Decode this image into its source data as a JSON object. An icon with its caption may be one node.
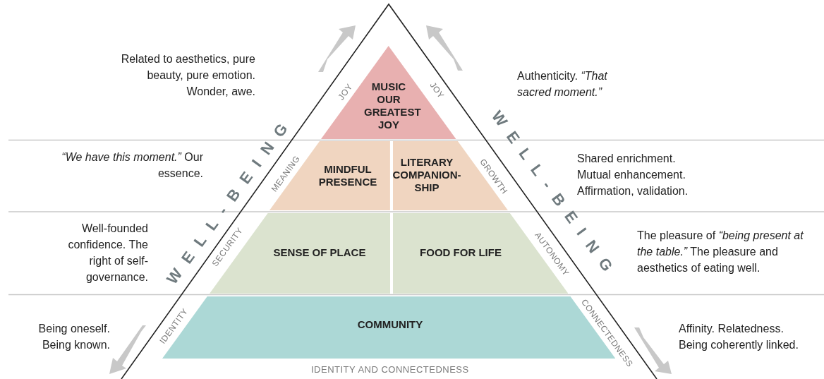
{
  "diagram": {
    "nodes": [
      {
        "text": [
          "MUSIC OUR GREATEST JOY"
        ]
      },
      {
        "text": [
          "MINDFUL PRESENCE"
        ]
      },
      {
        "text": [
          "LITERARY COMPANION-SHIP"
        ]
      },
      {
        "text": [
          "SENSE OF PLACE"
        ]
      },
      {
        "text": [
          "FOOD FOR LIFE"
        ]
      },
      {
        "text": [
          "COMMUNITY"
        ]
      }
    ],
    "labels": [
      "Related to aesthetics, pure beauty, pure emotion. Wonder, awe.",
      "Authenticity. *“That sacred moment.”*",
      "*“We have this moment.”* Our essence.",
      "Shared enrichment. Mutual enhancement. Affirmation, validation.",
      "Well-founded confidence. The right of self-governance.",
      "The pleasure of *“being present at the table.”* The pleasure and aesthetics of eating well.",
      "Being oneself. Being known.",
      "Affinity. Relatedness. Being coherently linked.",
      "JOY",
      "JOY",
      "MEANING",
      "GROWTH",
      "SECURITY",
      "AUTONOMY",
      "IDENTITY",
      "CONNECTEDNESS",
      "WELL-BEING",
      "WELL-BEING",
      "IDENTITY AND CONNECTEDNESS"
    ]
  }
}
